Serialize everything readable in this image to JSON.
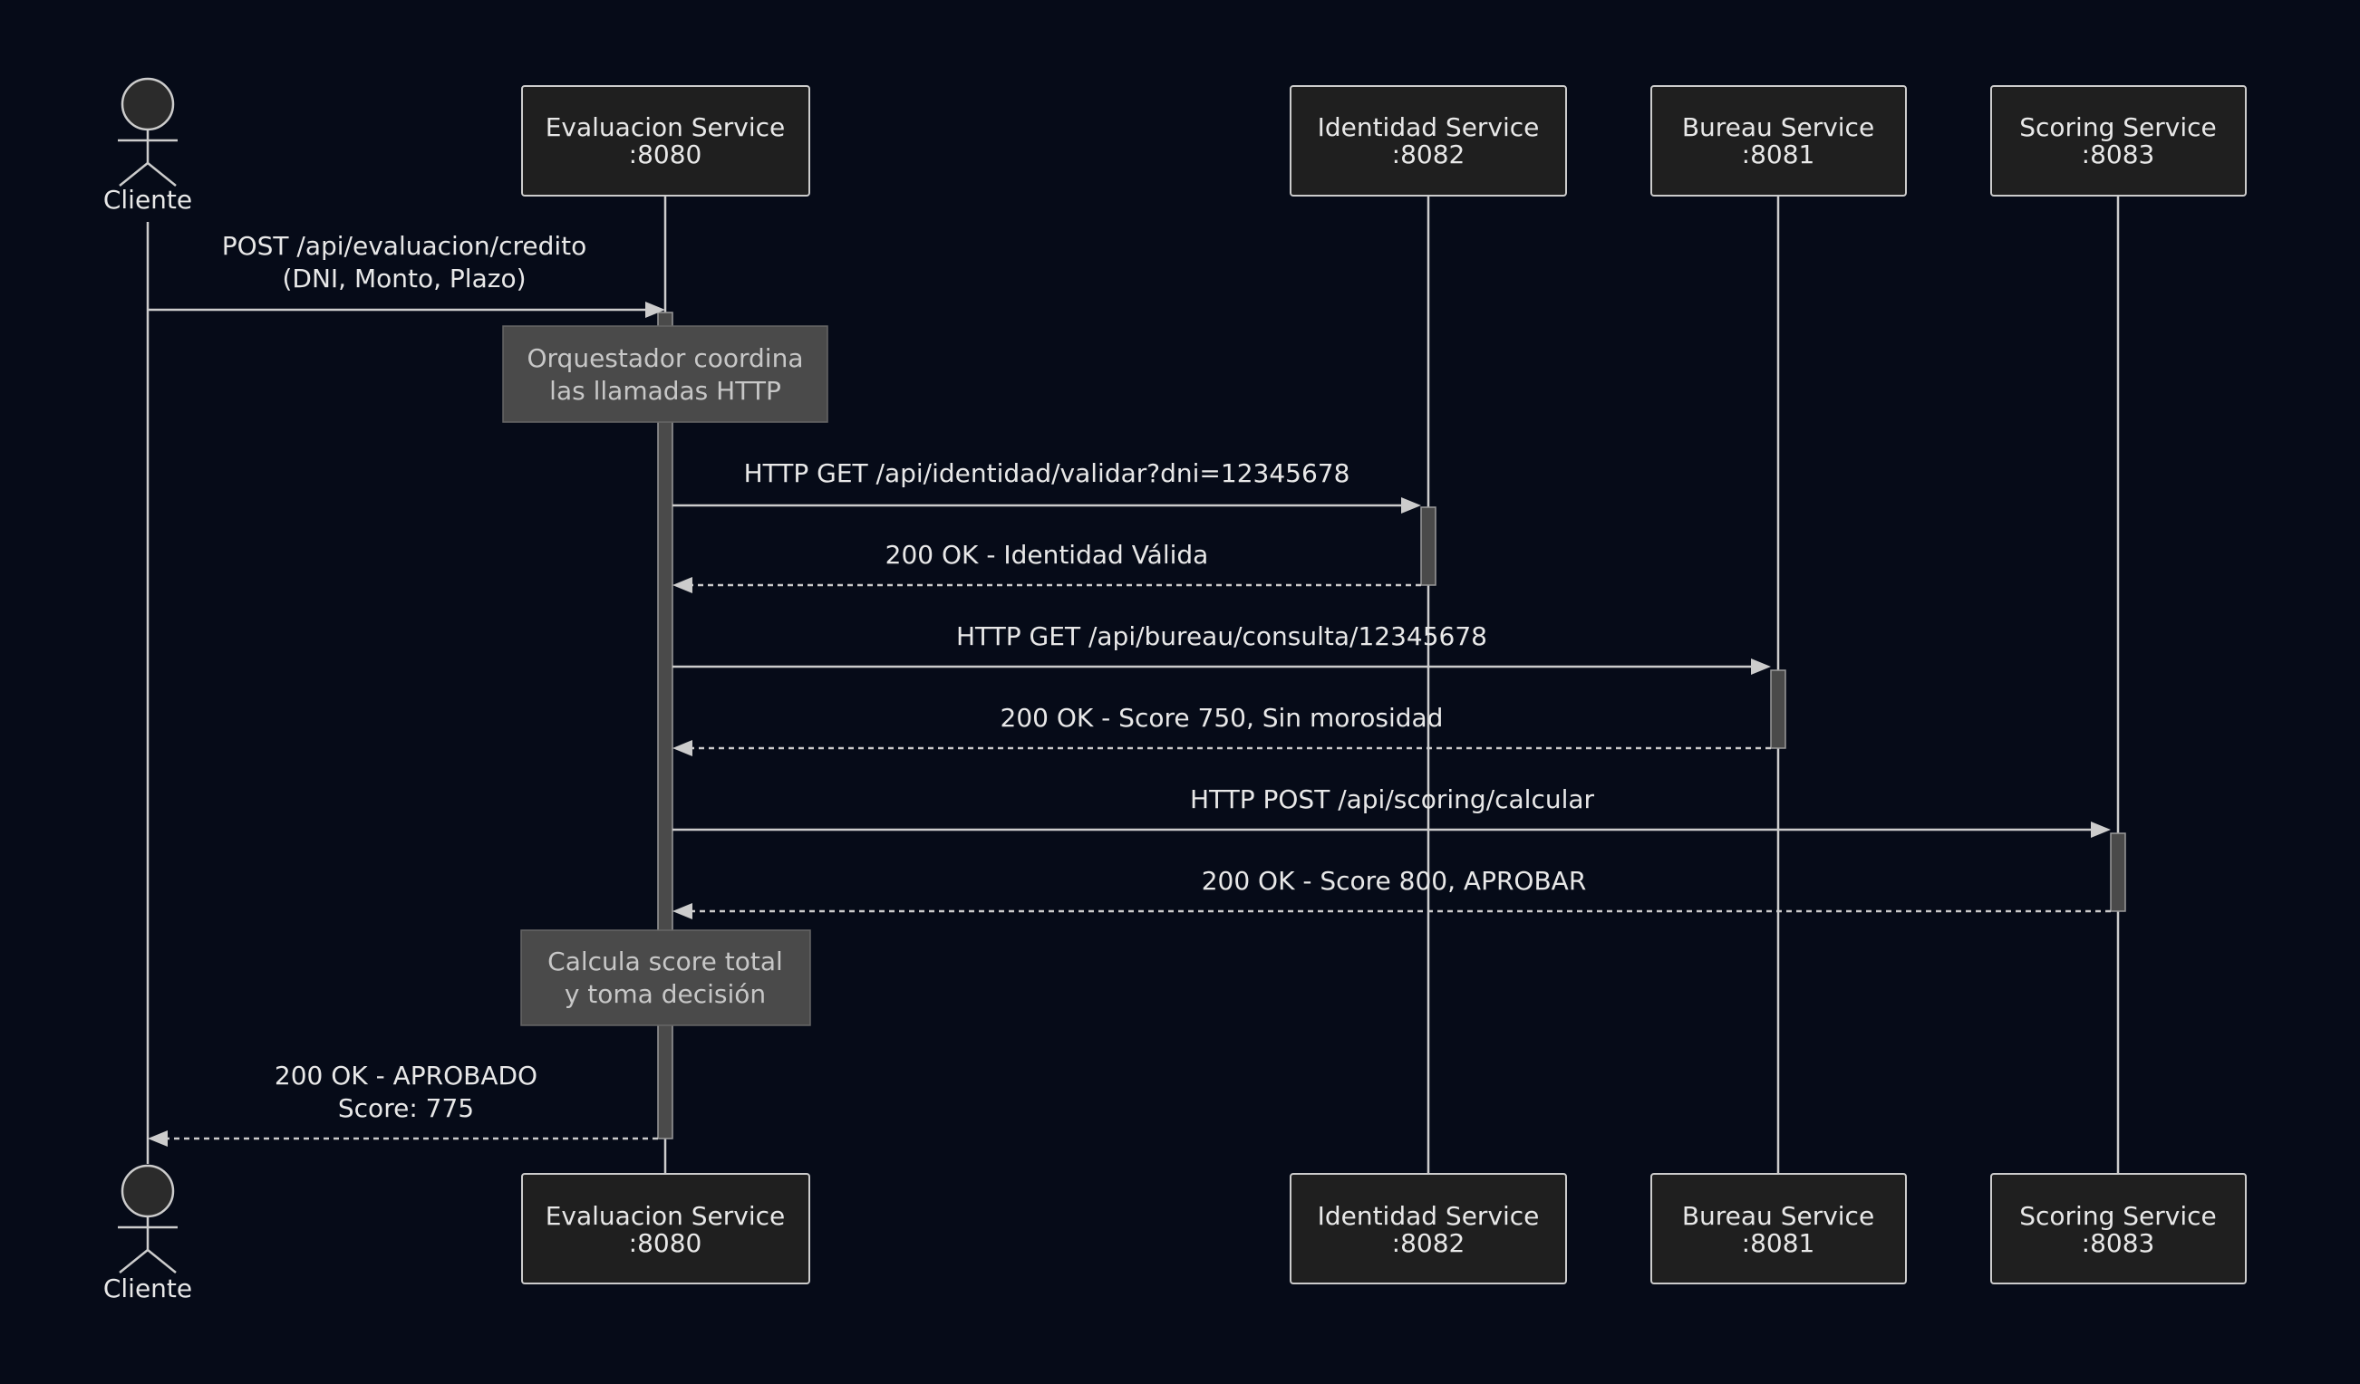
{
  "participants": [
    {
      "id": "cliente",
      "type": "actor",
      "label": "Cliente"
    },
    {
      "id": "evaluacion",
      "type": "service",
      "name": "Evaluacion Service",
      "port": ":8080"
    },
    {
      "id": "identidad",
      "type": "service",
      "name": "Identidad Service",
      "port": ":8082"
    },
    {
      "id": "bureau",
      "type": "service",
      "name": "Bureau Service",
      "port": ":8081"
    },
    {
      "id": "scoring",
      "type": "service",
      "name": "Scoring Service",
      "port": ":8083"
    }
  ],
  "messages": [
    {
      "from": "cliente",
      "to": "evaluacion",
      "style": "solid",
      "lines": [
        "POST /api/evaluacion/credito",
        "(DNI, Monto, Plazo)"
      ]
    },
    {
      "from": "evaluacion",
      "to": "identidad",
      "style": "solid",
      "lines": [
        "HTTP GET /api/identidad/validar?dni=12345678"
      ]
    },
    {
      "from": "identidad",
      "to": "evaluacion",
      "style": "dashed",
      "lines": [
        "200 OK - Identidad Válida"
      ]
    },
    {
      "from": "evaluacion",
      "to": "bureau",
      "style": "solid",
      "lines": [
        "HTTP GET /api/bureau/consulta/12345678"
      ]
    },
    {
      "from": "bureau",
      "to": "evaluacion",
      "style": "dashed",
      "lines": [
        "200 OK - Score 750, Sin morosidad"
      ]
    },
    {
      "from": "evaluacion",
      "to": "scoring",
      "style": "solid",
      "lines": [
        "HTTP POST /api/scoring/calcular"
      ]
    },
    {
      "from": "scoring",
      "to": "evaluacion",
      "style": "dashed",
      "lines": [
        "200 OK - Score 800, APROBAR"
      ]
    },
    {
      "from": "evaluacion",
      "to": "cliente",
      "style": "dashed",
      "lines": [
        "200 OK - APROBADO",
        "Score: 775"
      ]
    }
  ],
  "notes": [
    {
      "over": "evaluacion",
      "lines": [
        "Orquestador coordina",
        "las llamadas HTTP"
      ]
    },
    {
      "over": "evaluacion",
      "lines": [
        "Calcula score total",
        "y toma decisión"
      ]
    }
  ],
  "colors": {
    "background": "#060b18",
    "box_fill": "#1f1f1f",
    "box_stroke": "#cccccc",
    "line": "#cccccc",
    "text": "#e8e8e8",
    "note_fill": "#4a4a4a",
    "note_stroke": "#666666",
    "note_text": "#c7c7c7",
    "activation_fill": "#4a4a4a",
    "actor_head_fill": "#2b2b2b"
  }
}
